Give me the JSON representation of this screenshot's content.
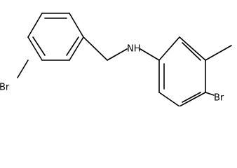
{
  "molecule": {
    "labels": {
      "left_bromine": "Br",
      "amine": "NH",
      "right_bromine": "Br"
    }
  }
}
